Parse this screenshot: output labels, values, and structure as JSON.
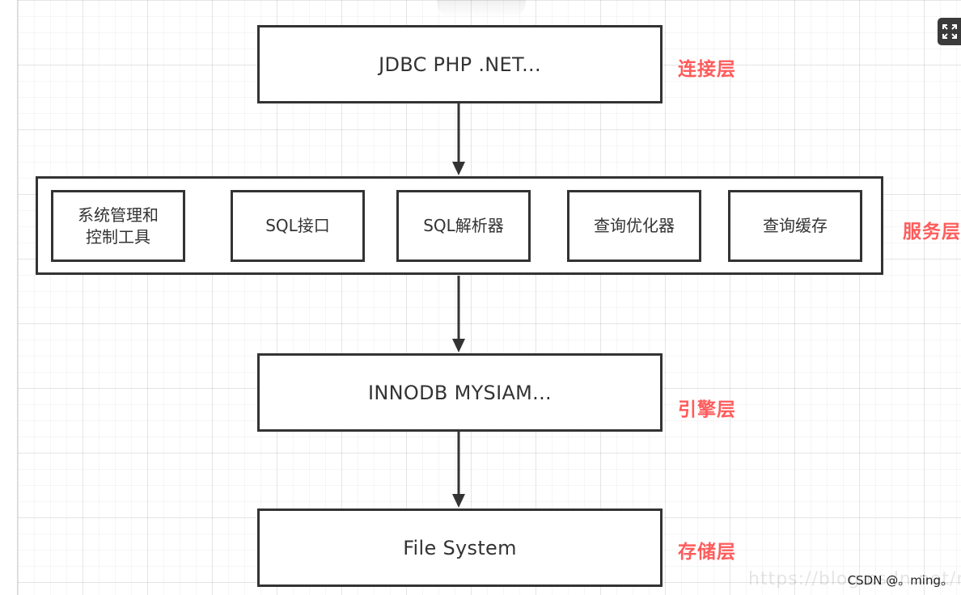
{
  "connection_layer": {
    "box_text": "JDBC PHP .NET...",
    "label": "连接层"
  },
  "service_layer": {
    "label": "服务层",
    "items": [
      {
        "line1": "系统管理和",
        "line2": "控制工具"
      },
      {
        "line1": "SQL接口",
        "line2": ""
      },
      {
        "line1": "SQL解析器",
        "line2": ""
      },
      {
        "line1": "查询优化器",
        "line2": ""
      },
      {
        "line1": "查询缓存",
        "line2": ""
      }
    ]
  },
  "engine_layer": {
    "box_text": "INNODB MYSIAM...",
    "label": "引擎层"
  },
  "storage_layer": {
    "box_text": "File System",
    "label": "存储层"
  },
  "watermark": {
    "faint_text": "https://blog.csdn.net/ming",
    "text": "CSDN @。ming。"
  },
  "colors": {
    "label_red": "#ff5b5b",
    "box_border": "#333333"
  },
  "icons": {
    "fullscreen": "fullscreen-expand-icon"
  }
}
